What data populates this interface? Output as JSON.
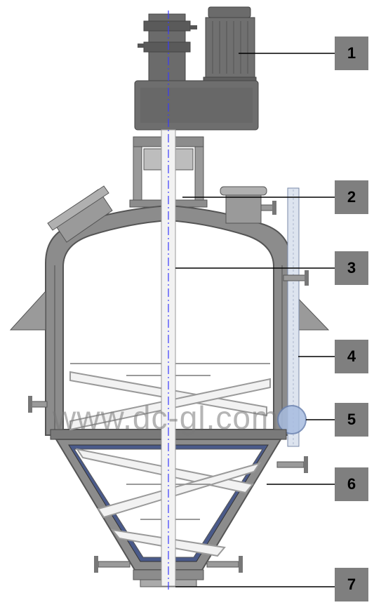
{
  "callouts": [
    {
      "label": "1"
    },
    {
      "label": "2"
    },
    {
      "label": "3"
    },
    {
      "label": "4"
    },
    {
      "label": "5"
    },
    {
      "label": "6"
    },
    {
      "label": "7"
    }
  ],
  "watermark": "www.dc-gl.com",
  "colors": {
    "shell": "#8c8c8c",
    "shell_dark": "#6e6e6e",
    "inner": "#ffffff",
    "motor": "#6b6b6b",
    "callout_box": "#7f7f7f",
    "axis_line": "#3a3aff",
    "insulation": "#4a5a8a"
  }
}
